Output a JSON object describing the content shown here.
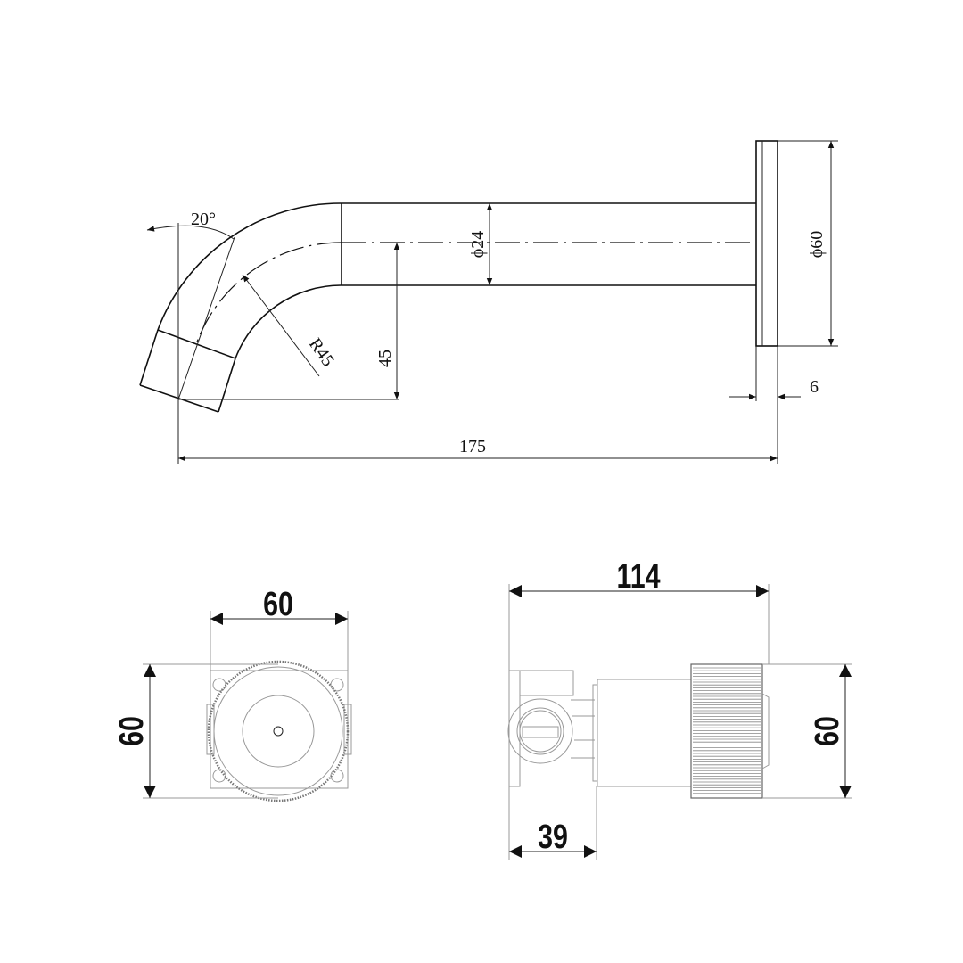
{
  "side_view": {
    "angle_label": "20°",
    "pipe_diameter_label": "ϕ24",
    "flange_diameter_label": "ϕ60",
    "bend_radius_label": "R45",
    "drop_height_label": "45",
    "flange_thickness_label": "6",
    "overall_length_label": "175"
  },
  "front_view": {
    "width_label": "60",
    "height_label": "60"
  },
  "valve_view": {
    "length_label": "114",
    "height_label": "60",
    "offset_label": "39"
  },
  "colors": {
    "line": "#111111",
    "light_line": "#999999",
    "background": "#ffffff"
  }
}
